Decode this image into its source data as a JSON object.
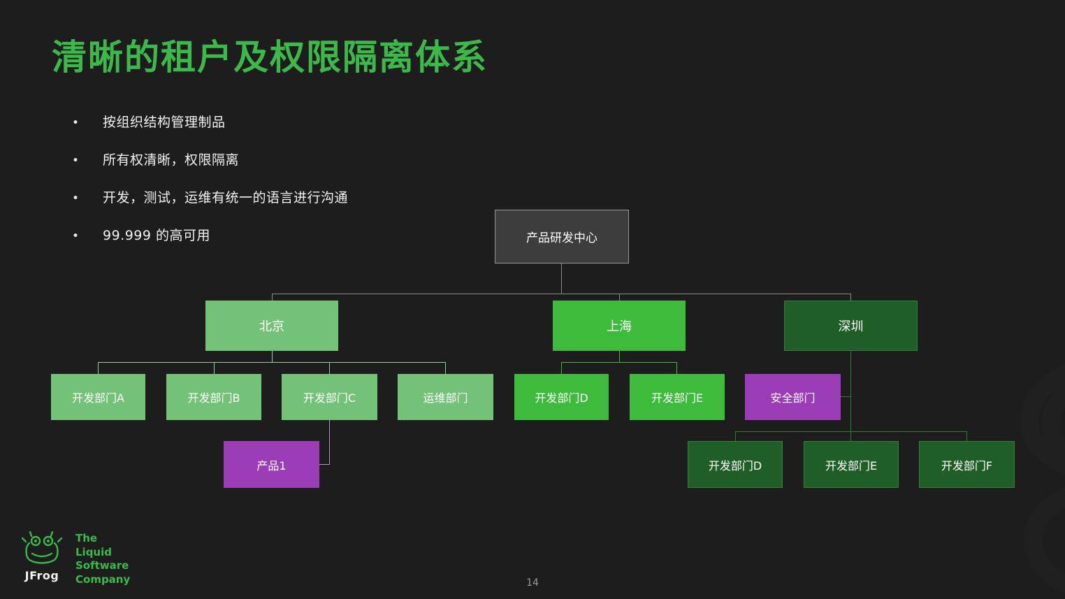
{
  "slide": {
    "title": "清晰的租户及权限隔离体系",
    "bullets": [
      "按组织结构管理制品",
      "所有权清晰，权限隔离",
      "开发，测试，运维有统一的语言进行沟通",
      "99.999 的高可用"
    ],
    "page_number": "14"
  },
  "org_chart": {
    "root": {
      "label": "产品研发中心"
    },
    "regions": [
      {
        "label": "北京",
        "children": [
          {
            "label": "开发部门A"
          },
          {
            "label": "开发部门B"
          },
          {
            "label": "开发部门C"
          },
          {
            "label": "运维部门"
          }
        ],
        "grandchildren": [
          {
            "label": "产品1"
          }
        ]
      },
      {
        "label": "上海",
        "children": [
          {
            "label": "开发部门D"
          },
          {
            "label": "开发部门E"
          }
        ]
      },
      {
        "label": "深圳",
        "children": [
          {
            "label": "安全部门"
          }
        ],
        "grandchildren": [
          {
            "label": "开发部门D"
          },
          {
            "label": "开发部门E"
          },
          {
            "label": "开发部门F"
          }
        ]
      }
    ]
  },
  "footer": {
    "logo_text": "JFrog",
    "tagline": [
      "The",
      "Liquid",
      "Software",
      "Company"
    ]
  },
  "colors": {
    "background": "#1d1d1d",
    "title_green": "#3cb94a",
    "light_green": "#74c178",
    "bright_green": "#3eba3c",
    "dark_green": "#205e27",
    "purple": "#9c3db8",
    "root_box_bg": "#3d3d3d",
    "root_box_border": "#989898",
    "connector_gray": "#8a8a8a",
    "text_white": "#ffffff"
  }
}
